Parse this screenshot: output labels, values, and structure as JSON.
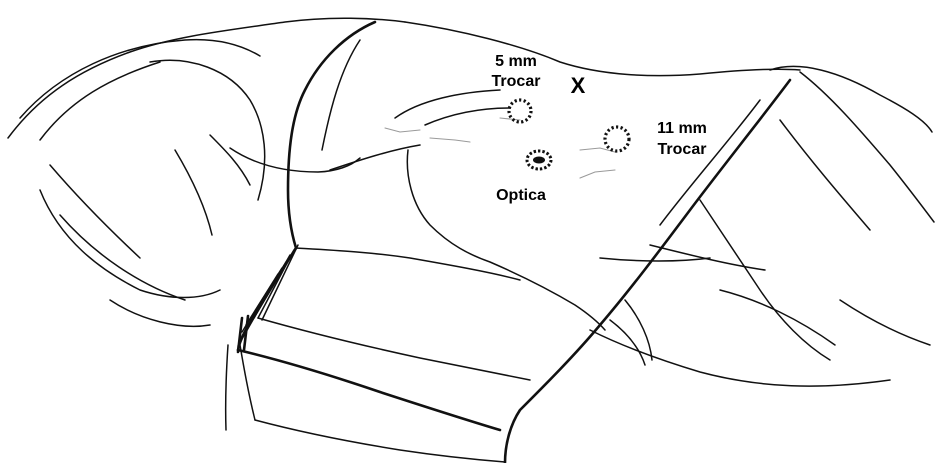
{
  "labels": {
    "port_5mm_line1": "5 mm",
    "port_5mm_line2": "Trocar",
    "port_11mm_line1": "11 mm",
    "port_11mm_line2": "Trocar",
    "optic_port": "Optica",
    "marker_x": "X"
  },
  "colors": {
    "line": "#111111",
    "background": "#ffffff"
  }
}
